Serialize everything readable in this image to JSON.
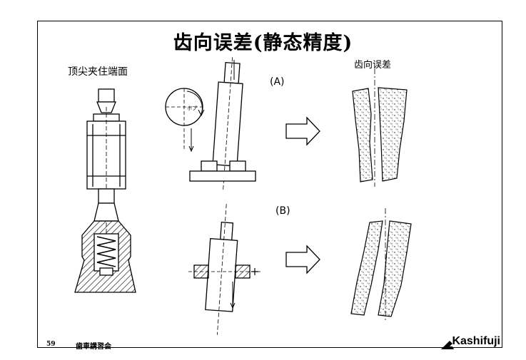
{
  "title": "齿向误差(静态精度)",
  "labels": {
    "left_fixture": "顶尖夹住端面",
    "right_result": "齿向误差",
    "case_a": "(A)",
    "case_b": "(B)",
    "hob_mark": "ホブ"
  },
  "footer": {
    "page_number": "59",
    "text": "歯車講習会",
    "brand": "Kashifuji"
  }
}
